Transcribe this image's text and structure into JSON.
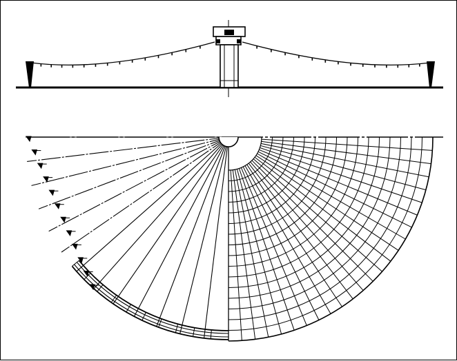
{
  "drawing": {
    "line_color": "#000000",
    "background_color": "#ffffff",
    "elevation": {
      "cable_hangers_per_side": 14
    },
    "plan": {
      "left_quadrant_radial_cables": 13,
      "right_quadrant_radial_lines": 24,
      "right_quadrant_ring_lines": 16,
      "anchor_count": 12
    }
  }
}
